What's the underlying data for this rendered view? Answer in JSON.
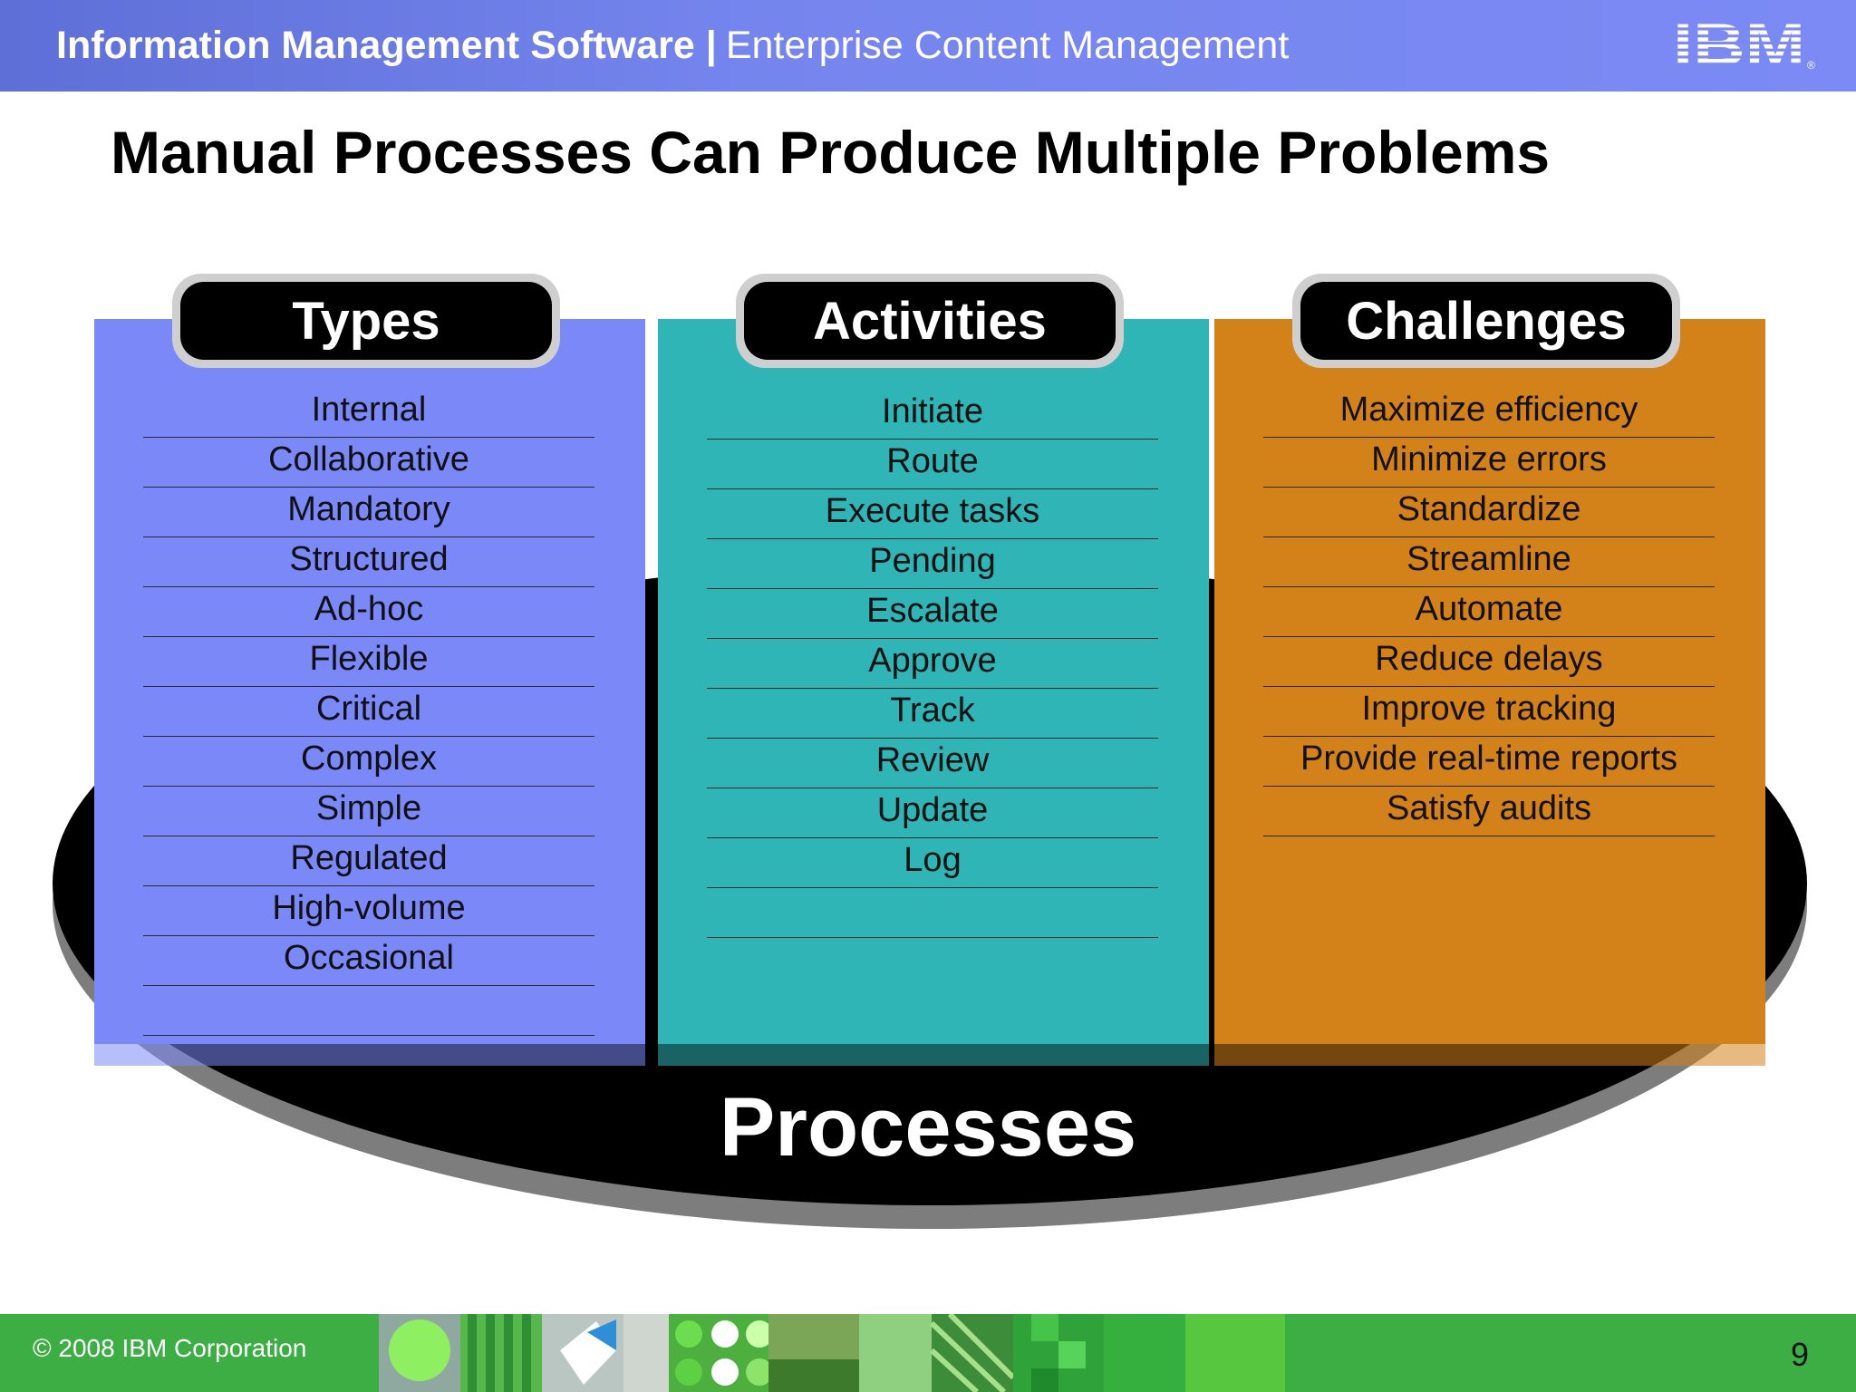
{
  "header": {
    "title_bold": "Information Management Software",
    "separator": "|",
    "title_rest": "Enterprise Content Management",
    "logo_text": "IBM"
  },
  "title": "Manual Processes Can Produce Multiple Problems",
  "platform_label": "Processes",
  "columns": [
    {
      "heading": "Types",
      "color": "#7a88f8",
      "items": [
        "Internal",
        "Collaborative",
        "Mandatory",
        "Structured",
        "Ad-hoc",
        "Flexible",
        "Critical",
        "Complex",
        "Simple",
        "Regulated",
        "High-volume",
        "Occasional"
      ]
    },
    {
      "heading": "Activities",
      "color": "#2fb5b6",
      "items": [
        "Initiate",
        "Route",
        "Execute tasks",
        "Pending",
        "Escalate",
        "Approve",
        "Track",
        "Review",
        "Update",
        "Log"
      ]
    },
    {
      "heading": "Challenges",
      "color": "#d38119",
      "items": [
        "Maximize efficiency",
        "Minimize errors",
        "Standardize",
        "Streamline",
        "Automate",
        "Reduce delays",
        "Improve tracking",
        "Provide real-time reports",
        "Satisfy audits"
      ]
    }
  ],
  "footer": {
    "copyright": "© 2008 IBM Corporation",
    "page_number": "9",
    "color": "#3cae43"
  }
}
